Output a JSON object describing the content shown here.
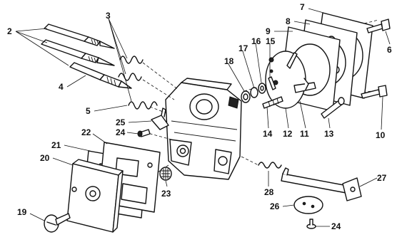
{
  "diagram": {
    "callouts": [
      {
        "id": "c2",
        "text": "2"
      },
      {
        "id": "c3",
        "text": "3"
      },
      {
        "id": "c4",
        "text": "4"
      },
      {
        "id": "c5",
        "text": "5"
      },
      {
        "id": "c6",
        "text": "6"
      },
      {
        "id": "c7",
        "text": "7"
      },
      {
        "id": "c8",
        "text": "8"
      },
      {
        "id": "c9",
        "text": "9"
      },
      {
        "id": "c10",
        "text": "10"
      },
      {
        "id": "c11",
        "text": "11"
      },
      {
        "id": "c12",
        "text": "12"
      },
      {
        "id": "c13",
        "text": "13"
      },
      {
        "id": "c14",
        "text": "14"
      },
      {
        "id": "c15",
        "text": "15"
      },
      {
        "id": "c16",
        "text": "16"
      },
      {
        "id": "c17",
        "text": "17"
      },
      {
        "id": "c18",
        "text": "18"
      },
      {
        "id": "c19",
        "text": "19"
      },
      {
        "id": "c20",
        "text": "20"
      },
      {
        "id": "c21",
        "text": "21"
      },
      {
        "id": "c22",
        "text": "22"
      },
      {
        "id": "c23",
        "text": "23"
      },
      {
        "id": "c24a",
        "text": "24"
      },
      {
        "id": "c24b",
        "text": "24"
      },
      {
        "id": "c25",
        "text": "25"
      },
      {
        "id": "c26",
        "text": "26"
      },
      {
        "id": "c27",
        "text": "27"
      },
      {
        "id": "c28",
        "text": "28"
      }
    ]
  }
}
